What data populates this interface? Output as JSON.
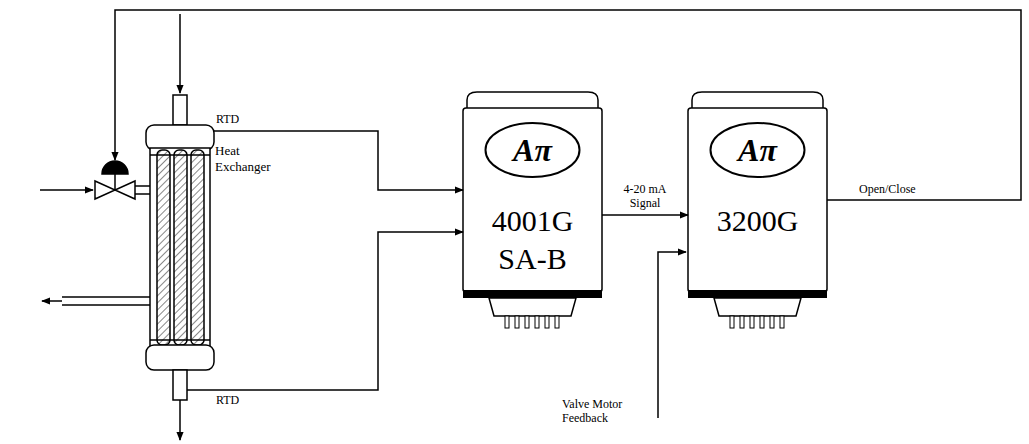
{
  "diagram": {
    "nodes": [
      {
        "text": [
          "Heat Exchanger"
        ]
      },
      {
        "text": [
          "Aπ",
          "4001G SA-B"
        ]
      },
      {
        "text": [
          "Aπ",
          "3200G"
        ]
      }
    ],
    "edges": [
      {
        "from": 0,
        "to": 1,
        "arrow": "to"
      },
      {
        "from": 0,
        "to": 1,
        "arrow": "to"
      },
      {
        "from": 1,
        "to": 2,
        "label": "4-20 mA Signal",
        "arrow": "to"
      },
      {
        "from": 2,
        "to": 0,
        "label": "Open/Close",
        "arrow": "to"
      }
    ],
    "labels": [
      "RTD",
      "RTD",
      "Valve Motor Feedback"
    ]
  }
}
